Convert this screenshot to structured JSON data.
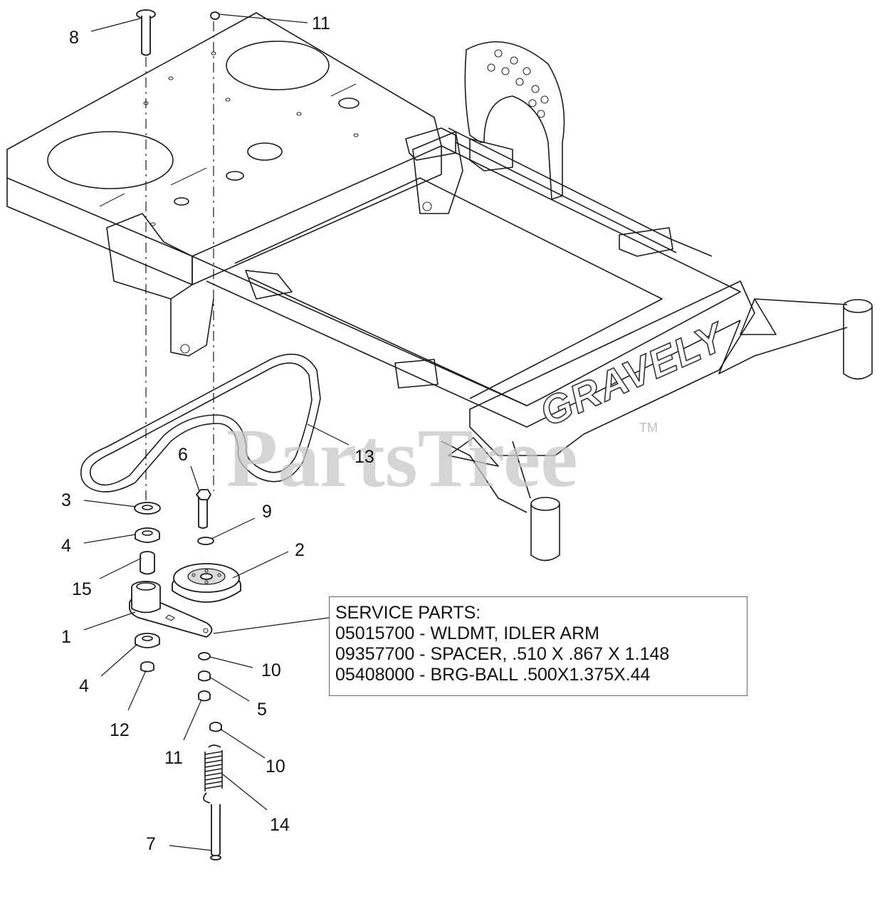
{
  "watermark": {
    "text": "PartsTree",
    "trademark": "TM"
  },
  "frame": {
    "brand_text": "GRAVELY"
  },
  "callouts": [
    "8",
    "11",
    "13",
    "6",
    "3",
    "9",
    "2",
    "4",
    "15",
    "1",
    "4",
    "12",
    "10",
    "5",
    "11",
    "10",
    "14",
    "7"
  ],
  "service_box": {
    "title": "SERVICE PARTS:",
    "rows": [
      "05015700 - WLDMT, IDLER ARM",
      "09357700 - SPACER, .510 X .867 X 1.148",
      "05408000 - BRG-BALL .500X1.375X.44"
    ]
  }
}
